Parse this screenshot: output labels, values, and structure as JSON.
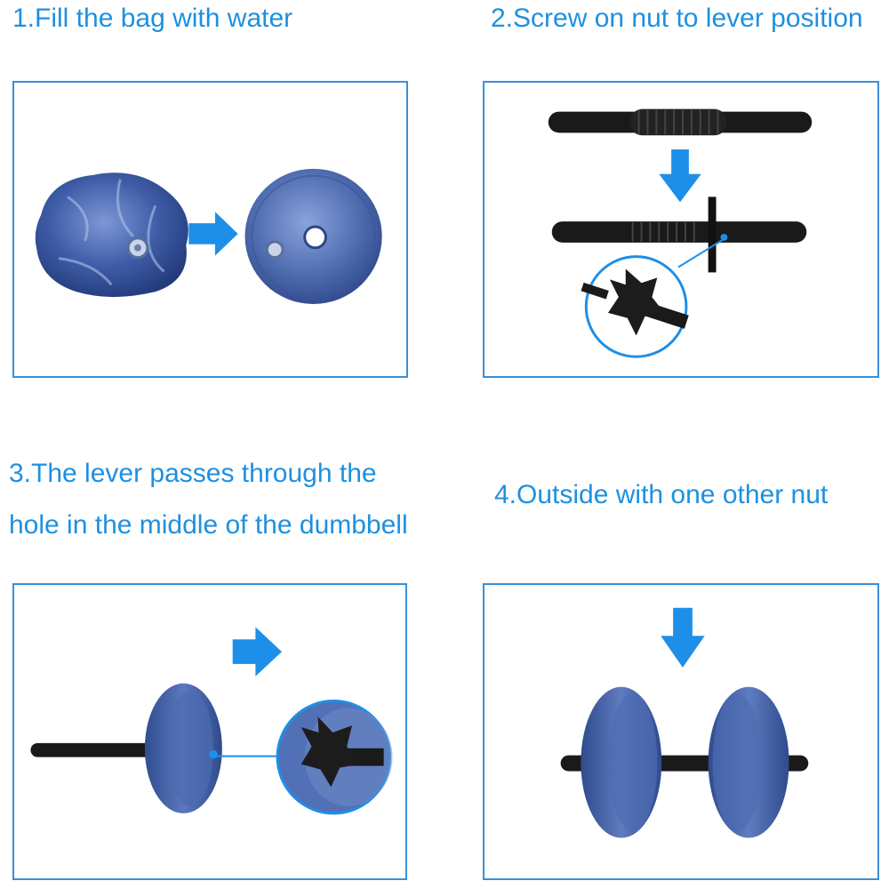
{
  "steps": [
    {
      "caption": "1.Fill the bag with water"
    },
    {
      "caption": "2.Screw on nut to lever position"
    },
    {
      "caption_line1": "3.The lever passes through the",
      "caption_line2": "hole in the middle of the dumbbell"
    },
    {
      "caption": "4.Outside with one other nut"
    }
  ],
  "colors": {
    "caption_text": "#1e90e0",
    "panel_border": "#3a8fd8",
    "arrow": "#1e8fe8",
    "bag_blue": "#4a67a8",
    "bar_black": "#1a1a1a"
  }
}
